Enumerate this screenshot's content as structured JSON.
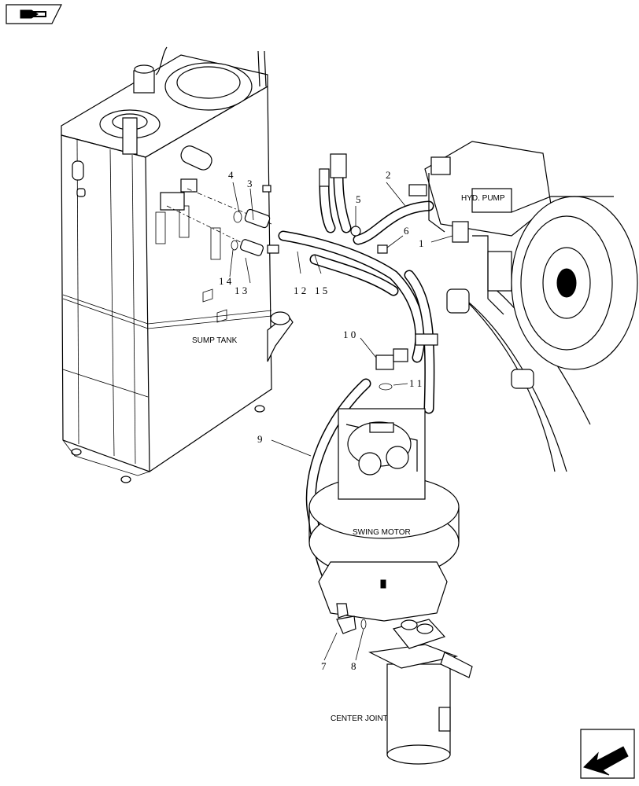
{
  "labels": {
    "hyd_pump": "HYD. PUMP",
    "sump_tank": "SUMP TANK",
    "swing_motor": "SWING MOTOR",
    "center_joint": "CENTER JOINT"
  },
  "callouts": {
    "c1": "1",
    "c2": "2",
    "c3": "3",
    "c4": "4",
    "c5": "5",
    "c6": "6",
    "c7": "7",
    "c8": "8",
    "c9": "9",
    "c10": "1 0",
    "c11": "1 1",
    "c12": "1 2",
    "c13": "1 3",
    "c14": "1 4",
    "c15": "1 5"
  },
  "icons": {
    "top_left": "book-pointer-icon",
    "bottom_right": "next-page-arrow-icon"
  }
}
